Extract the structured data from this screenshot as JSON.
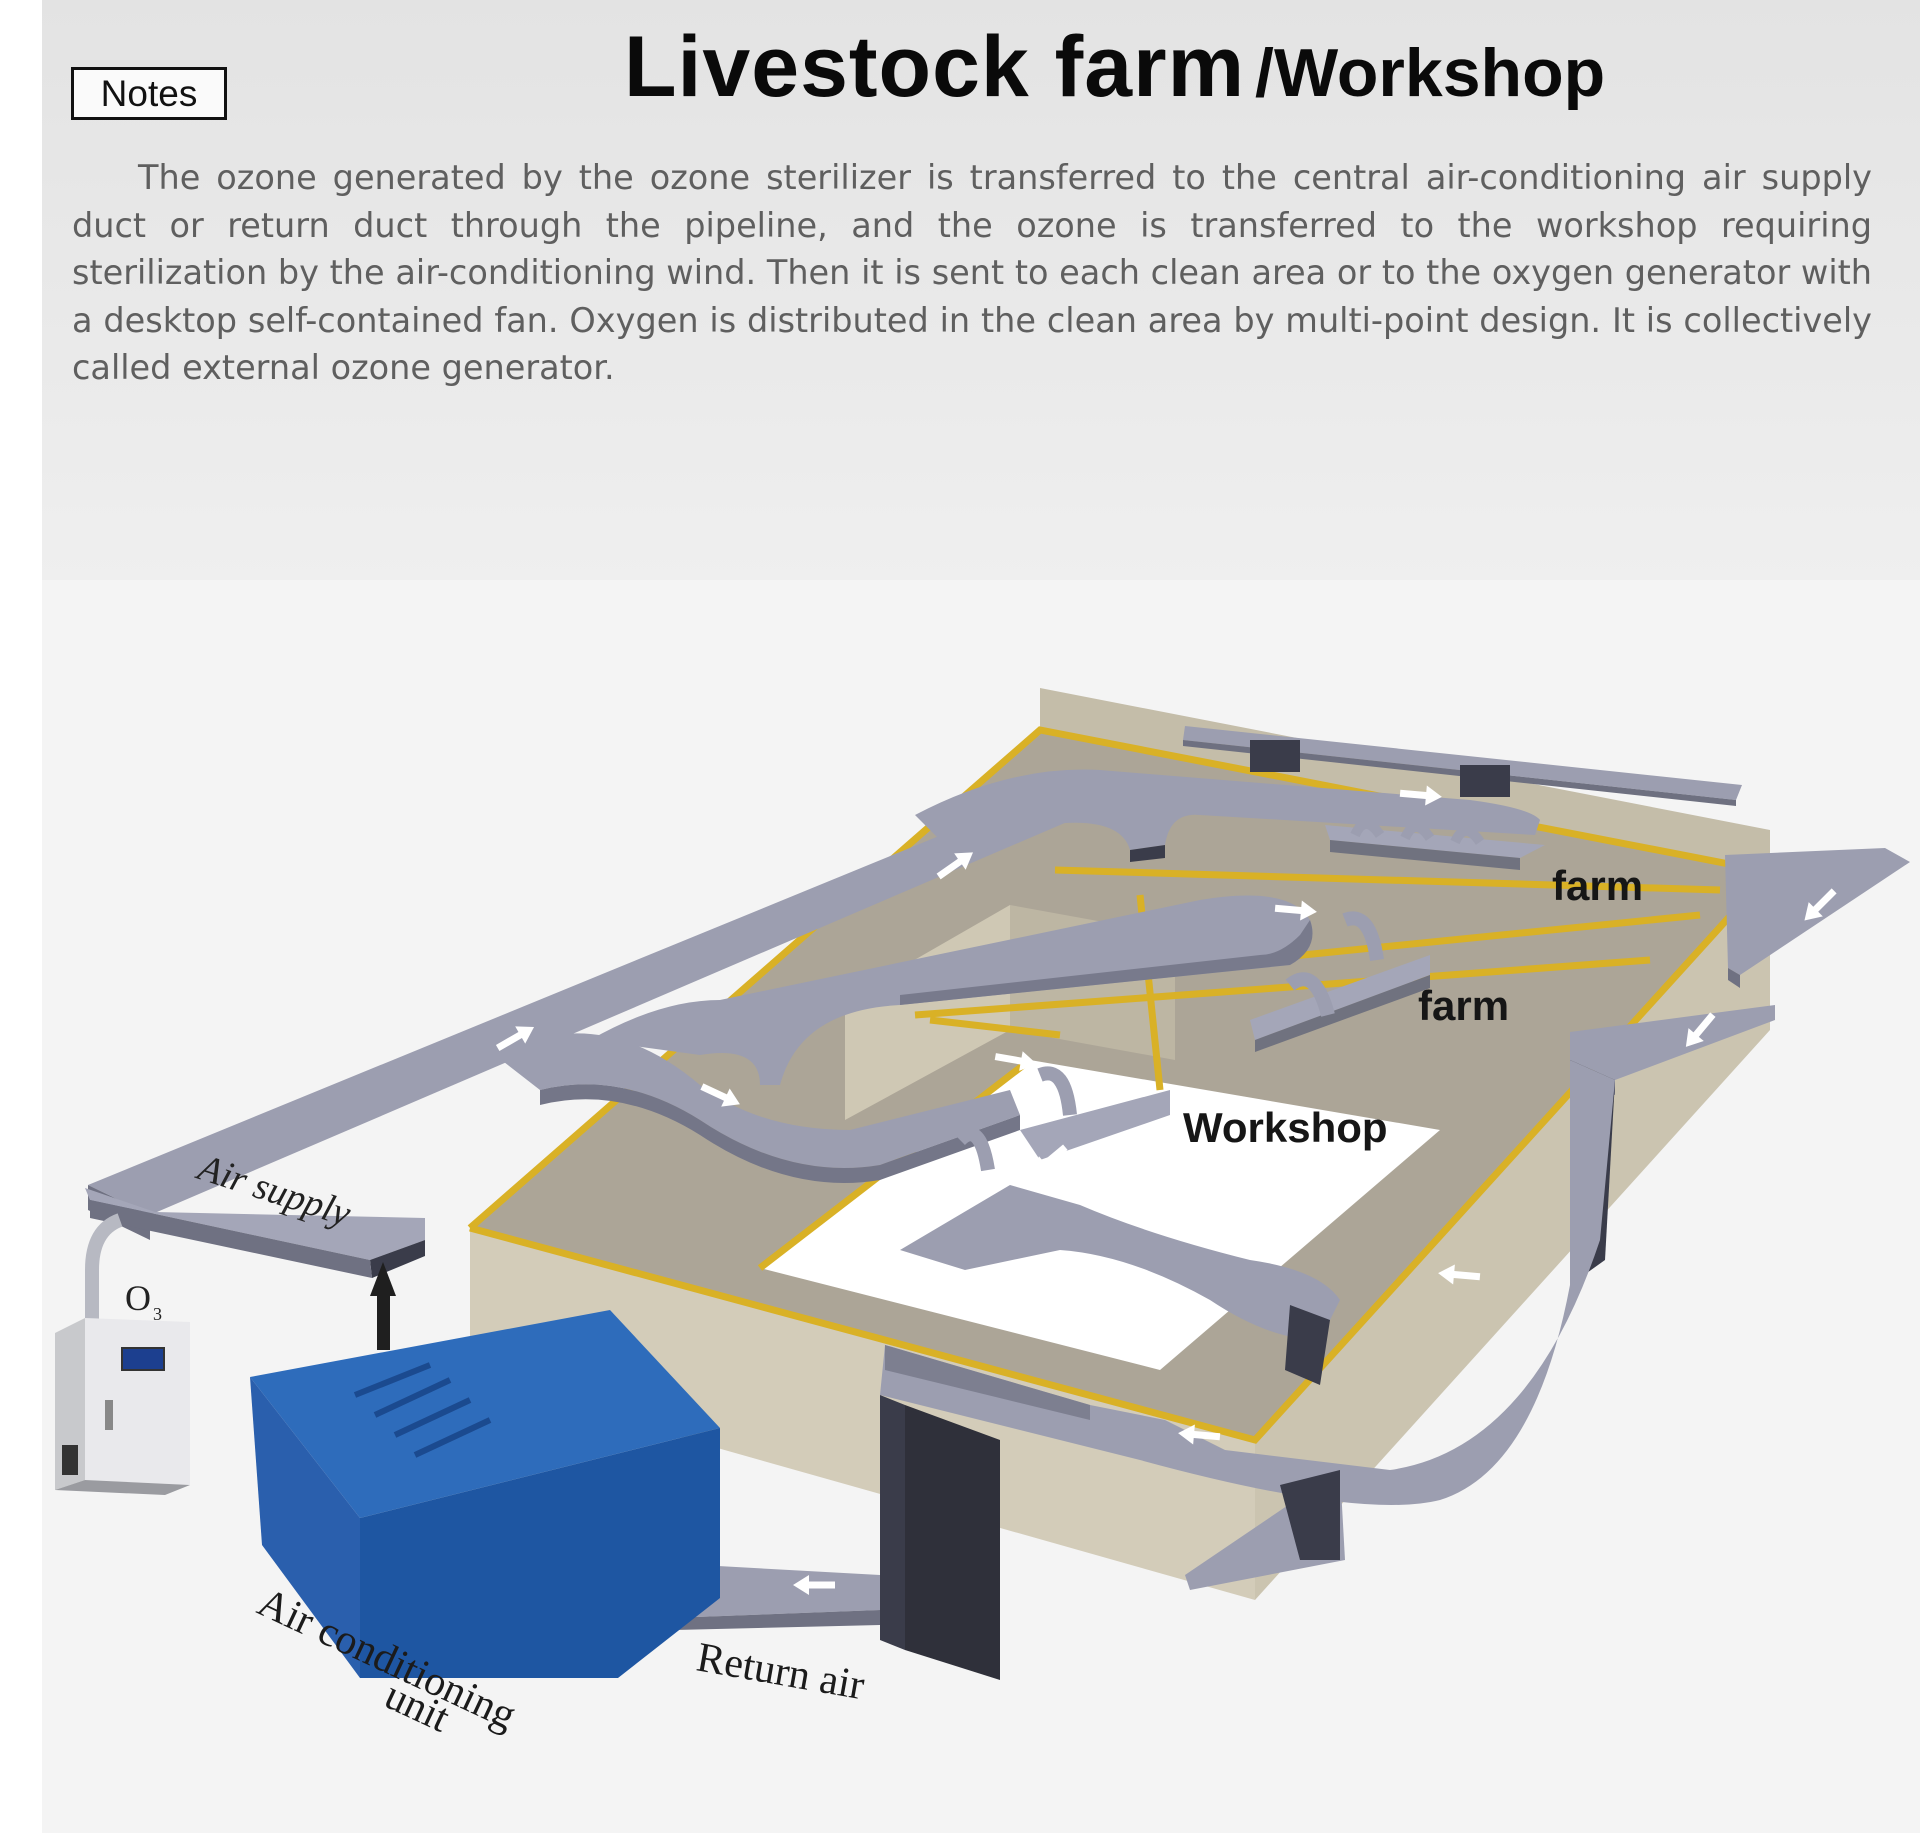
{
  "header": {
    "notes_label": "Notes",
    "title_main": "Livestock farm",
    "title_sub": "/Workshop"
  },
  "description": "The ozone generated by the ozone sterilizer is transferred to the central air-conditioning air supply duct or return duct through the pipeline, and the ozone is transferred to the workshop requiring sterilization by the air-conditioning wind. Then it is sent to each clean area or to the oxygen generator with a desktop self-contained fan. Oxygen is distributed in the clean area by multi-point design. It is collectively called external ozone generator.",
  "diagram": {
    "labels": {
      "farm_top": "farm",
      "farm_middle": "farm",
      "workshop": "Workshop",
      "air_supply": "Air supply",
      "ozone_main": "O",
      "ozone_sub": "3",
      "ac_unit_line1": "Air conditioning",
      "ac_unit_line2": "unit",
      "return_air": "Return air"
    },
    "colors": {
      "duct": "#9c9eb0",
      "duct_dark": "#3a3c4a",
      "wall": "#d2cbb8",
      "floor": "#aba496",
      "stripe": "#d9b126",
      "ac_unit": "#2a64b2"
    },
    "icons": [
      "flow-arrow-icon",
      "ozone-generator-icon",
      "up-arrow-icon"
    ]
  }
}
